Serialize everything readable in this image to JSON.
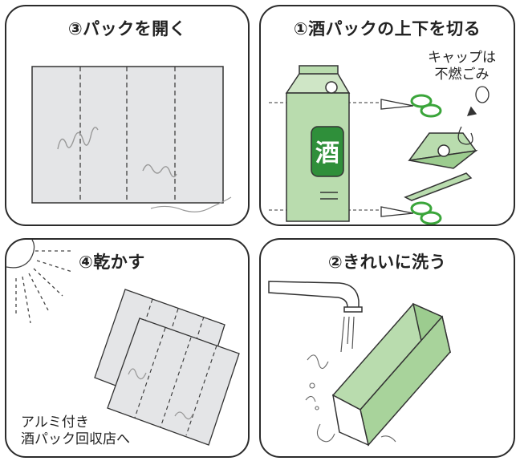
{
  "panels": {
    "step1": {
      "title": "①酒パックの上下を切る",
      "note_lines": [
        "キャップは",
        "不燃ごみ"
      ],
      "carton_label": "酒"
    },
    "step2": {
      "title": "②きれいに洗う"
    },
    "step3": {
      "title": "③パックを開く"
    },
    "step4": {
      "title": "④乾かす",
      "note_lines": [
        "アルミ付き",
        "酒パック回収店へ"
      ]
    }
  },
  "colors": {
    "carton_green": "#b9dcae",
    "label_green": "#2f8f3a",
    "sheet_gray": "#e4e5e7",
    "scissor_green": "#3aa53a",
    "border": "#2b2b2b"
  }
}
